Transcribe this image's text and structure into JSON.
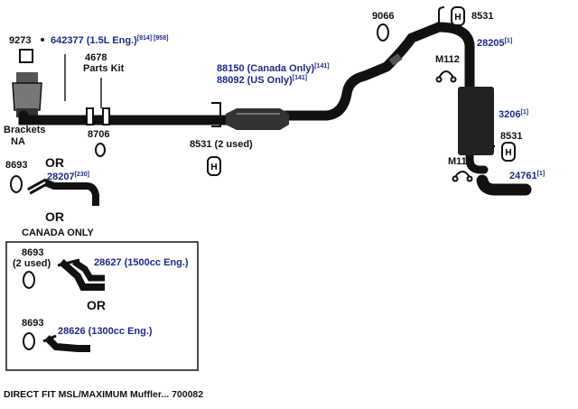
{
  "colors": {
    "part_number": "#1c2a86",
    "text": "#111111",
    "pipe": "#111111"
  },
  "labels": {
    "p9273": "9273",
    "p642377": "642377 (1.5L Eng.)",
    "p642377_refs": "[914] [958]",
    "p4678": "4678",
    "parts_kit": "Parts Kit",
    "brackets": "Brackets",
    "na": "NA",
    "p8706": "8706",
    "p8693_a": "8693",
    "or_1": "OR",
    "p28207": "28207",
    "p28207_ref": "[230]",
    "or_2": "OR",
    "canada_only": "CANADA ONLY",
    "p8693_b": "8693",
    "two_used": "(2 used)",
    "p28627": "28627 (1500cc Eng.)",
    "or_3": "OR",
    "p8693_c": "8693",
    "p28626": "28626 (1300cc Eng.)",
    "p88150": "88150 (Canada Only)",
    "p88150_ref": "[141]",
    "p88092": "88092 (US Only)",
    "p88092_ref": "[141]",
    "p8531_2used": "8531 (2 used)",
    "p9066": "9066",
    "p8531_top": "8531",
    "p28205": "28205",
    "p28205_ref": "[1]",
    "m112_top": "M112",
    "p3206": "3206",
    "p3206_ref": "[1]",
    "p8531_right": "8531",
    "m112_bottom": "M112",
    "p24761": "24761",
    "p24761_ref": "[1]"
  },
  "footer": "DIRECT FIT MSL/MAXIMUM Muffler... 700082",
  "icons": [
    "catalytic-converter-icon",
    "gasket-icon",
    "flange-icon",
    "hanger-icon",
    "clamp-icon",
    "muffler-icon",
    "pipe-icon"
  ]
}
